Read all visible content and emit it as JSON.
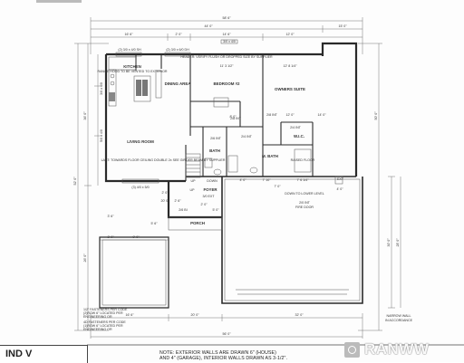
{
  "overall": {
    "top_total": "58' 6\"",
    "top_seg_1": "44' 0\"",
    "top_seg_2": "15' 0\"",
    "top_sub_1": "16' 6\"",
    "top_sub_2": "2' 0\"",
    "top_sub_3": "14' 6\"",
    "top_sub_4": "12' 0\"",
    "bottom_total": "56' 0\"",
    "bottom_seg_1": "16' 6\"",
    "bottom_seg_2": "20' 0\"",
    "bottom_seg_3": "32' 0\"",
    "bottom_sub_1": "3' 0\"",
    "bottom_sub_2": "9' 0\"",
    "left_total": "52' 0\"",
    "left_seg_1": "36' 0\"",
    "left_seg_2": "26' 0\"",
    "right_total": "50' 0\"",
    "right_seg_1": "30' 0\"",
    "right_seg_2": "28' 0\""
  },
  "rooms": {
    "kitchen": "KITCHEN",
    "dining": "DINING AREA",
    "living": "LIVING ROOM",
    "bedroom2": "BEDROOM #2",
    "owners": "OWNERS SUITE",
    "wic": "W.I.C.",
    "bath": "BATH",
    "mbath": "M. BATH",
    "foyer": "FOYER",
    "porch": "PORCH",
    "raised_floor": "RAISED FLOOR",
    "up": "UP",
    "down": "DOWN",
    "down_lower": "DOWN TO LOWER LEVEL",
    "fire_door": "FIRE DOOR",
    "ext": "EXT"
  },
  "labels": {
    "header_note": "HEADER: VERIFY FLUSH OR DROPPED SIZE BY SUPPLIER",
    "bed2_dim": "11' 3 1/2\"",
    "owners_dim": "12' 8 1/4\"",
    "kitchen_note": "RANGE HOOD TO BE VENTED TO EXTERIOR",
    "living_note": "LAST: TOWARDS FLOOR CEILING DOUBLE 2x SEE GIRDER BEAM BY SUPPLIER",
    "win_1": "(2) 3/0 x 4/0 SH",
    "win_2": "(2) 3/0 x 6/0 DH",
    "win_3": "3/0 x 4/0",
    "win_4": "5/0 x 4/0",
    "win_5": "3/0 x 4/0",
    "win_living": "(3) 4/0 x 5/0",
    "door_1": "2/8 INT",
    "door_2": "2/6 INT",
    "door_3": "2/4 INT",
    "door_4": "2/8 INT",
    "door_5": "3/0 EXT",
    "door_6": "2/6 BI",
    "door_7": "2/4 INT",
    "door_8": "2/0 INT",
    "dim_a": "7' 10\"",
    "dim_b": "7' 6 1/4\"",
    "dim_c": "4' 0\"",
    "dim_d": "5' 0\"",
    "dim_e": "20' 0\"",
    "dim_f": "2' 0\"",
    "dim_g": "7' 0\"",
    "dim_h": "8' 0\"",
    "dim_i": "12' 0\"",
    "dim_j": "3' 6\"",
    "dim_k": "2' 6\"",
    "dim_l": "2' 0\"",
    "dim_m": "4' 0\"",
    "dim_n": "14' 0\"",
    "dim_o": "5' 6\"",
    "stair_up": "UP",
    "fastener_1": "1/2\" FASTENERS PER CODE",
    "fastener_2": "(2)ROW 6\" LOCATED PER",
    "fastener_3": "ENGINEERING OR",
    "fastener_4": "4D FASTENERS PER CODE",
    "fastener_5": "(1)ROW 6\" LOCATED PER",
    "fastener_6": "ENGINEERING OR",
    "narrow_wall": "NARROW WALL",
    "accordance": "IN ACCORDANCE"
  },
  "note": {
    "line1": "NOTE: EXTERIOR WALLS ARE DRAWN 6\" (HOUSE)",
    "line2": "AND 4\" (GARAGE), INTERIOR WALLS DRAWN AS 3-1/2\"."
  },
  "title_block": {
    "text": "IND V"
  },
  "watermark": {
    "text": "RANWW"
  }
}
